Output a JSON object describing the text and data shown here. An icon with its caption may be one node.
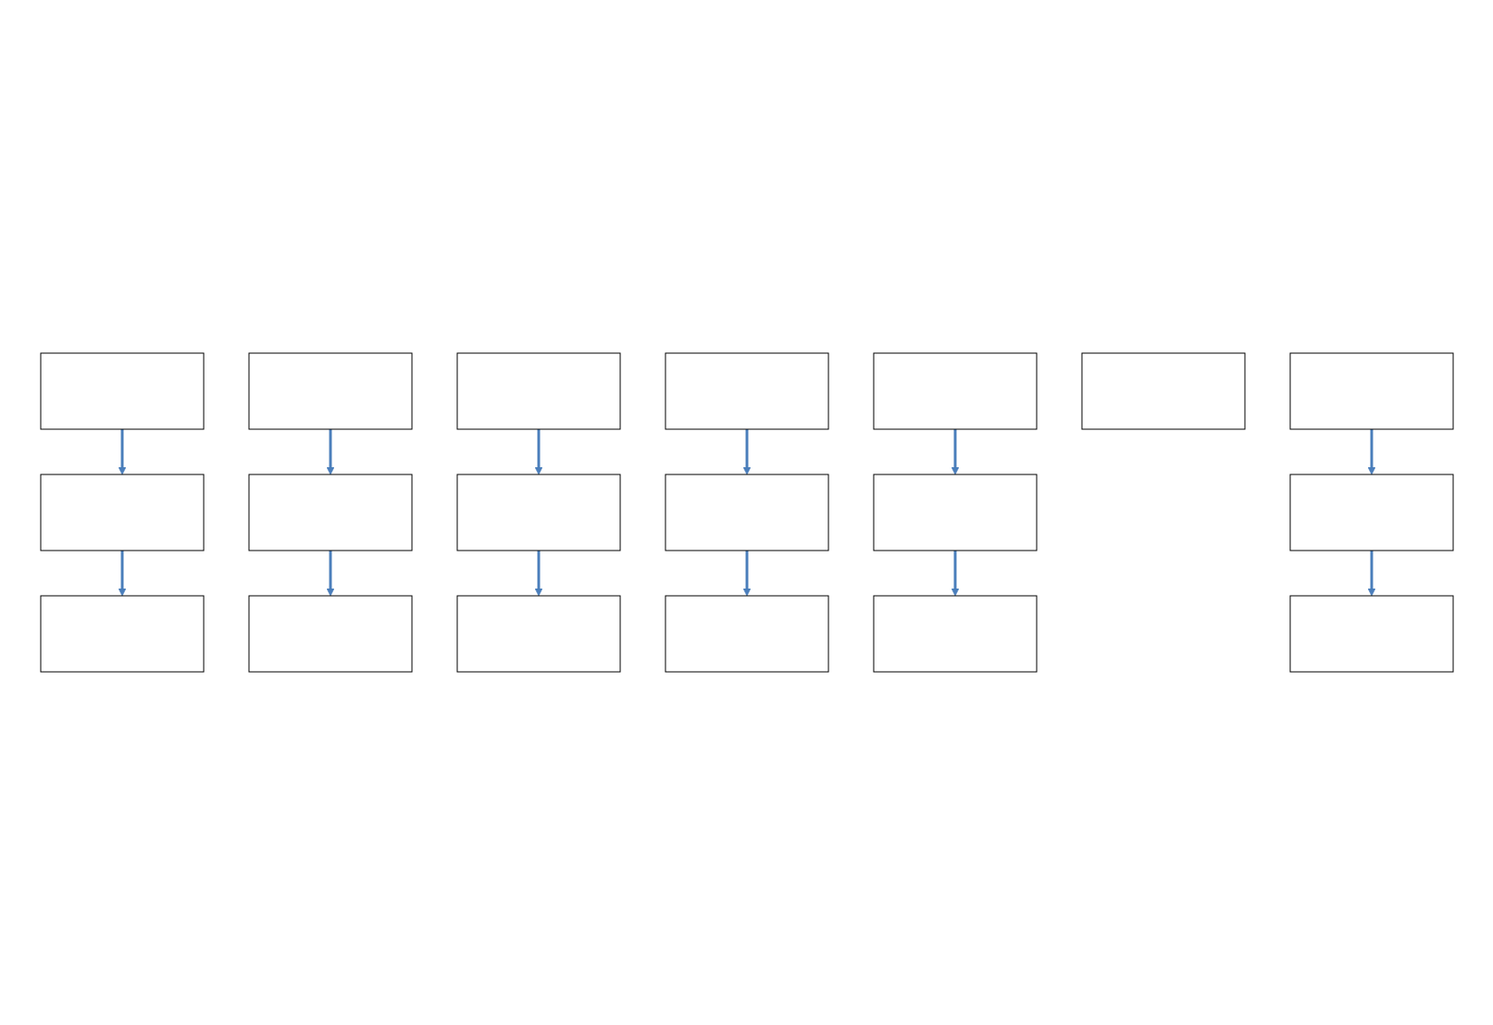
{
  "diagram": {
    "nodes": [
      {
        "text": [],
        "shape": "box"
      },
      {
        "text": [],
        "shape": "box"
      },
      {
        "text": [],
        "shape": "box"
      },
      {
        "text": [],
        "shape": "box"
      },
      {
        "text": [],
        "shape": "box"
      },
      {
        "text": [],
        "shape": "box"
      },
      {
        "text": [],
        "shape": "box"
      },
      {
        "text": [],
        "shape": "box"
      },
      {
        "text": [],
        "shape": "box"
      },
      {
        "text": [],
        "shape": "box"
      },
      {
        "text": [],
        "shape": "box"
      },
      {
        "text": [],
        "shape": "box"
      },
      {
        "text": [],
        "shape": "box"
      },
      {
        "text": [],
        "shape": "box"
      },
      {
        "text": [],
        "shape": "box"
      },
      {
        "text": [],
        "shape": "box"
      },
      {
        "text": [],
        "shape": "box"
      },
      {
        "text": [],
        "shape": "box"
      },
      {
        "text": [],
        "shape": "box"
      }
    ],
    "edges": [
      {
        "from": 1,
        "to": 2,
        "arrow": "to"
      },
      {
        "from": 3,
        "to": 4,
        "arrow": "to"
      },
      {
        "from": 6,
        "to": 0,
        "arrow": "to"
      },
      {
        "from": 0,
        "to": 5,
        "arrow": "to"
      },
      {
        "from": 2,
        "to": 7,
        "arrow": "to"
      },
      {
        "from": 4,
        "to": 8,
        "arrow": "to"
      },
      {
        "from": 9,
        "to": 10,
        "arrow": "to"
      },
      {
        "from": 10,
        "to": 16,
        "arrow": "to"
      },
      {
        "from": 11,
        "to": 14,
        "arrow": "to"
      },
      {
        "from": 13,
        "to": 15,
        "arrow": "to"
      },
      {
        "from": 14,
        "to": 17,
        "arrow": "to"
      },
      {
        "from": 15,
        "to": 18,
        "arrow": "to"
      }
    ]
  }
}
